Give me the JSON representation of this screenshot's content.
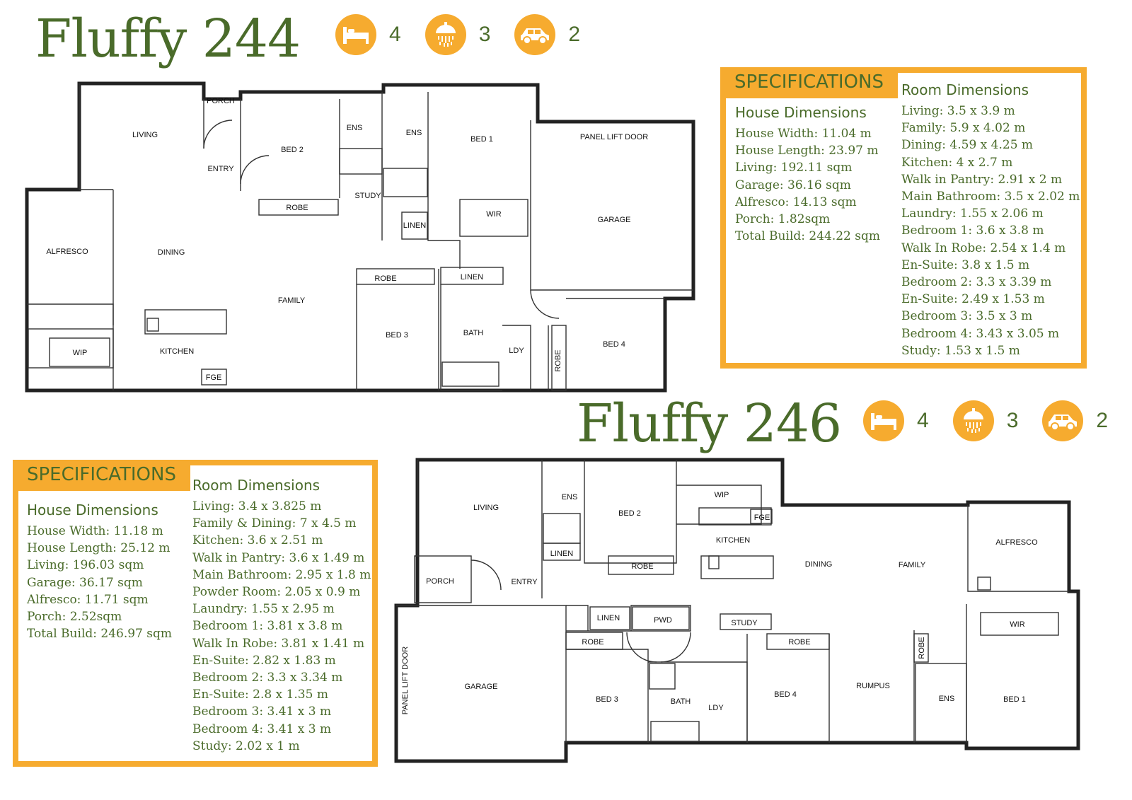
{
  "colors": {
    "accent": "#f6ab2f",
    "title": "#4a6b2a"
  },
  "plans": [
    {
      "title": "Fluffy 244",
      "features": [
        {
          "icon": "bed-icon",
          "count": "4"
        },
        {
          "icon": "shower-icon",
          "count": "3"
        },
        {
          "icon": "car-icon",
          "count": "2"
        }
      ],
      "room_labels": [
        "PORCH",
        "LIVING",
        "ENTRY",
        "BED 2",
        "ENS",
        "ENS",
        "BED 1",
        "PANEL LIFT DOOR",
        "ROBE",
        "STUDY",
        "LINEN",
        "WIR",
        "GARAGE",
        "ALFRESCO",
        "DINING",
        "FAMILY",
        "ROBE",
        "LINEN",
        "BED 3",
        "BATH",
        "LDY",
        "ROBE",
        "BED 4",
        "WIP",
        "KITCHEN",
        "FGE"
      ],
      "spec": {
        "heading": "SPECIFICATIONS",
        "house_heading": "House Dimensions",
        "house": [
          "House Width: 11.04 m",
          "House Length: 23.97 m",
          "Living: 192.11 sqm",
          "Garage: 36.16 sqm",
          "Alfresco: 14.13 sqm",
          "Porch: 1.82sqm",
          "Total Build: 244.22 sqm"
        ],
        "room_heading": "Room Dimensions",
        "rooms": [
          "Living: 3.5 x 3.9 m",
          "Family: 5.9 x 4.02 m",
          "Dining: 4.59 x 4.25 m",
          "Kitchen: 4 x 2.7 m",
          "Walk in Pantry: 2.91 x 2 m",
          "Main Bathroom: 3.5 x 2.02 m",
          "Laundry: 1.55 x 2.06 m",
          "Bedroom 1: 3.6 x 3.8 m",
          "Walk In Robe: 2.54 x 1.4 m",
          "En-Suite: 3.8 x 1.5 m",
          "Bedroom 2: 3.3 x 3.39 m",
          "En-Suite: 2.49 x 1.53 m",
          "Bedroom 3: 3.5 x 3 m",
          "Bedroom 4: 3.43 x 3.05 m",
          "Study: 1.53 x 1.5 m"
        ]
      }
    },
    {
      "title": "Fluffy 246",
      "features": [
        {
          "icon": "bed-icon",
          "count": "4"
        },
        {
          "icon": "shower-icon",
          "count": "3"
        },
        {
          "icon": "car-icon",
          "count": "2"
        }
      ],
      "room_labels": [
        "LIVING",
        "ENS",
        "BED 2",
        "WIP",
        "FGE",
        "KITCHEN",
        "LINEN",
        "ROBE",
        "DINING",
        "FAMILY",
        "ALFRESCO",
        "PORCH",
        "ENTRY",
        "LINEN",
        "PWD",
        "STUDY",
        "WIR",
        "ROBE",
        "ROBE",
        "ROBE",
        "PANEL LIFT DOOR",
        "GARAGE",
        "BED 3",
        "BATH",
        "LDY",
        "BED 4",
        "RUMPUS",
        "ENS",
        "BED 1"
      ],
      "spec": {
        "heading": "SPECIFICATIONS",
        "house_heading": "House Dimensions",
        "house": [
          "House Width: 11.18 m",
          "House Length: 25.12 m",
          "Living: 196.03 sqm",
          "Garage: 36.17 sqm",
          "Alfresco: 11.71 sqm",
          "Porch: 2.52sqm",
          "Total Build: 246.97 sqm"
        ],
        "room_heading": "Room Dimensions",
        "rooms": [
          "Living: 3.4 x 3.825 m",
          "Family & Dining: 7 x 4.5 m",
          "Kitchen: 3.6 x 2.51 m",
          "Walk in Pantry: 3.6 x 1.49 m",
          "Main Bathroom: 2.95 x 1.8 m",
          "Powder Room: 2.05 x 0.9 m",
          "Laundry: 1.55 x 2.95 m",
          "Bedroom 1: 3.81 x 3.8 m",
          "Walk In Robe: 3.81 x 1.41 m",
          "En-Suite: 2.82 x 1.83 m",
          "Bedroom 2: 3.3 x 3.34 m",
          "En-Suite: 2.8 x 1.35 m",
          "Bedroom 3: 3.41 x 3 m",
          "Bedroom 4: 3.41 x 3 m",
          "Study: 2.02 x 1 m"
        ]
      }
    }
  ]
}
